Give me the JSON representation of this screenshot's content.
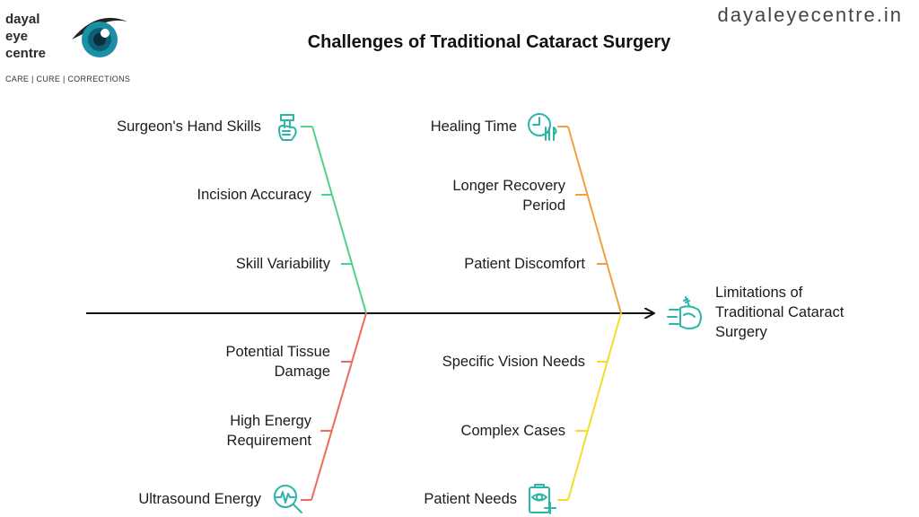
{
  "brand": {
    "name_lines": [
      "dayal",
      "eye",
      "centre"
    ],
    "tagline": "CARE | CURE | CORRECTIONS",
    "website": "dayaleyecentre.in",
    "colors": {
      "eye_teal": "#1b8fa8",
      "eye_dark": "#222222"
    }
  },
  "title": "Challenges of Traditional Cataract Surgery",
  "effect": {
    "label_lines": [
      "Limitations of",
      "Traditional Cataract",
      "Surgery"
    ],
    "icon": "cataract-limitations-icon"
  },
  "categories": [
    {
      "label": "Surgeon's Hand Skills",
      "icon": "surgeon-hand-icon",
      "color": "#4fd18b",
      "causes": [
        "Incision Accuracy",
        "Skill Variability"
      ]
    },
    {
      "label": "Healing Time",
      "icon": "healing-clock-icon",
      "color": "#f0a040",
      "causes": [
        "Longer Recovery Period",
        "Patient Discomfort"
      ]
    },
    {
      "label": "Ultrasound Energy",
      "icon": "ultrasound-search-icon",
      "color": "#ec6a5e",
      "causes": [
        "Potential Tissue Damage",
        "High Energy Requirement"
      ]
    },
    {
      "label": "Patient Needs",
      "icon": "patient-eye-clipboard-icon",
      "color": "#f5dc2a",
      "causes": [
        "Specific Vision Needs",
        "Complex Cases"
      ]
    }
  ],
  "colors": {
    "spine": "#111111",
    "icon_teal": "#2bb5a8"
  }
}
